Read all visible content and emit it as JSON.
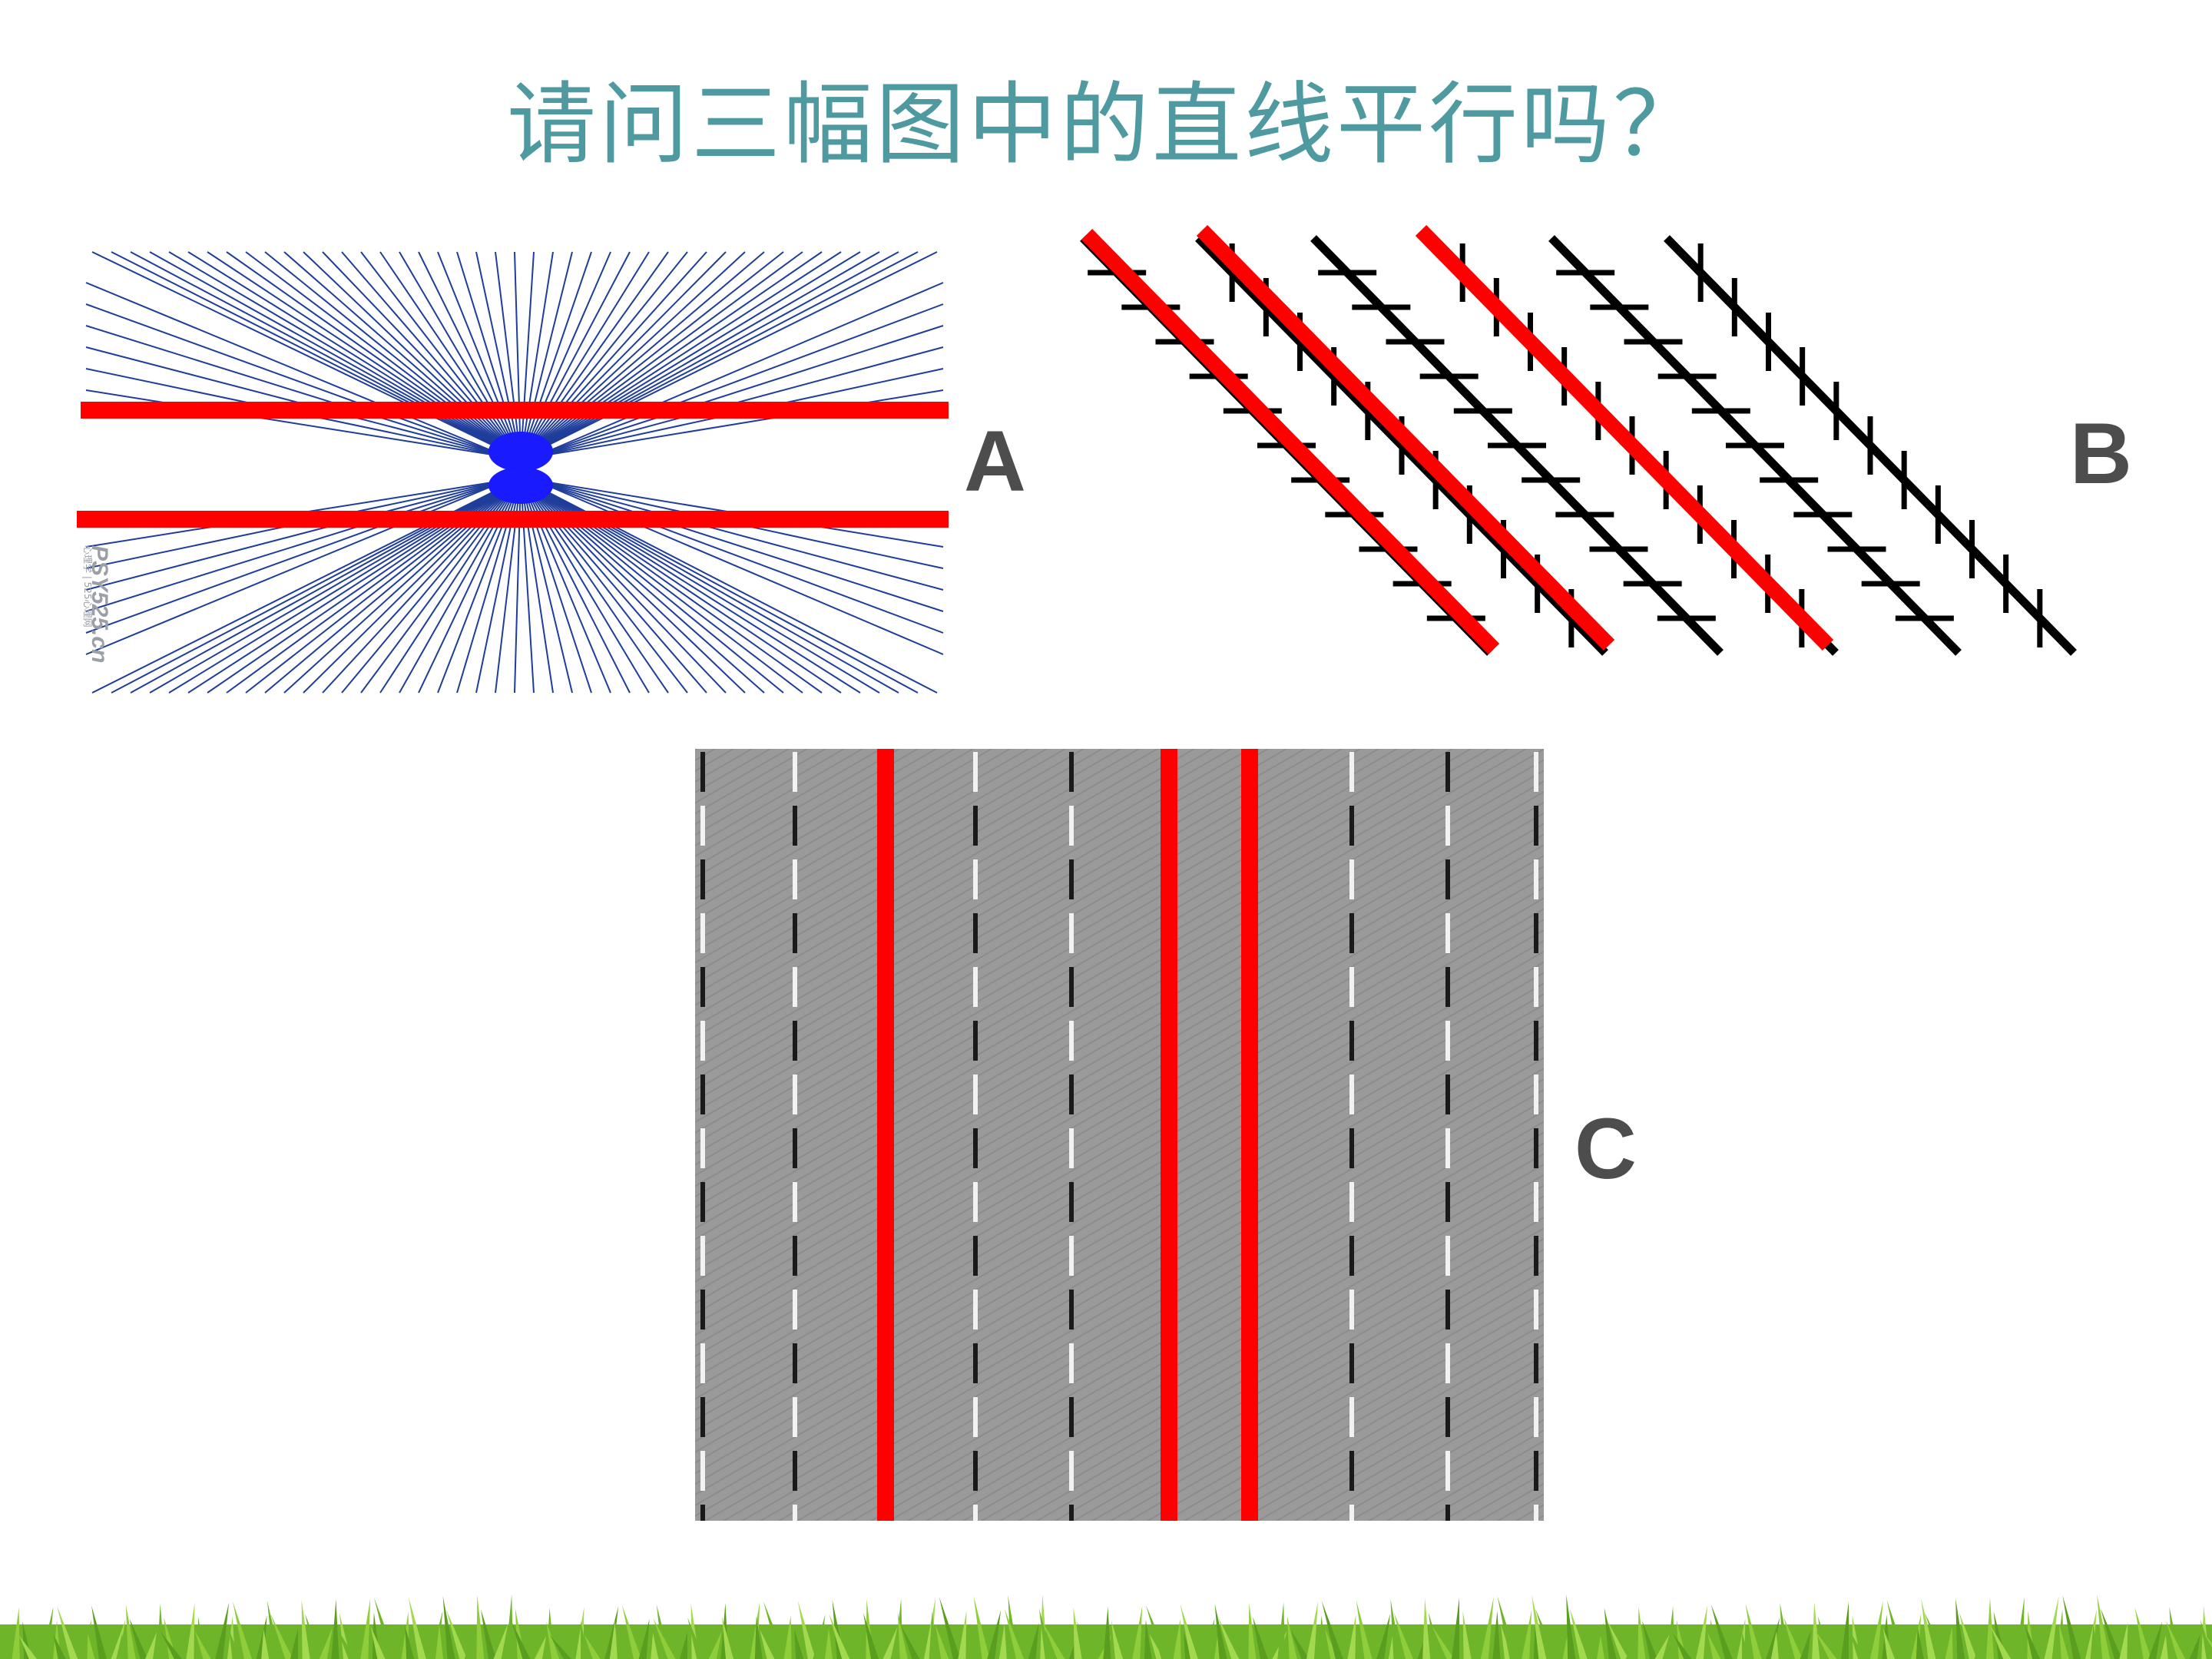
{
  "slide": {
    "title": "请问三幅图中的直线平行吗？"
  },
  "figures": [
    {
      "id": "A",
      "label": "A",
      "watermark": "PSY525.cn",
      "watermark_sub": "心理学 | 525心理网"
    },
    {
      "id": "B",
      "label": "B"
    },
    {
      "id": "C",
      "label": "C"
    }
  ],
  "colors": {
    "title": "#4f9aa0",
    "label": "#4d4d4d",
    "parallel_line": "#ff0000",
    "ray_line": "#1f3d9a",
    "center_dot": "#1a1aff",
    "zollner_line": "#000000",
    "cafe_wall_bg": "#9a9a9a",
    "grass": "#7cbf2e"
  }
}
